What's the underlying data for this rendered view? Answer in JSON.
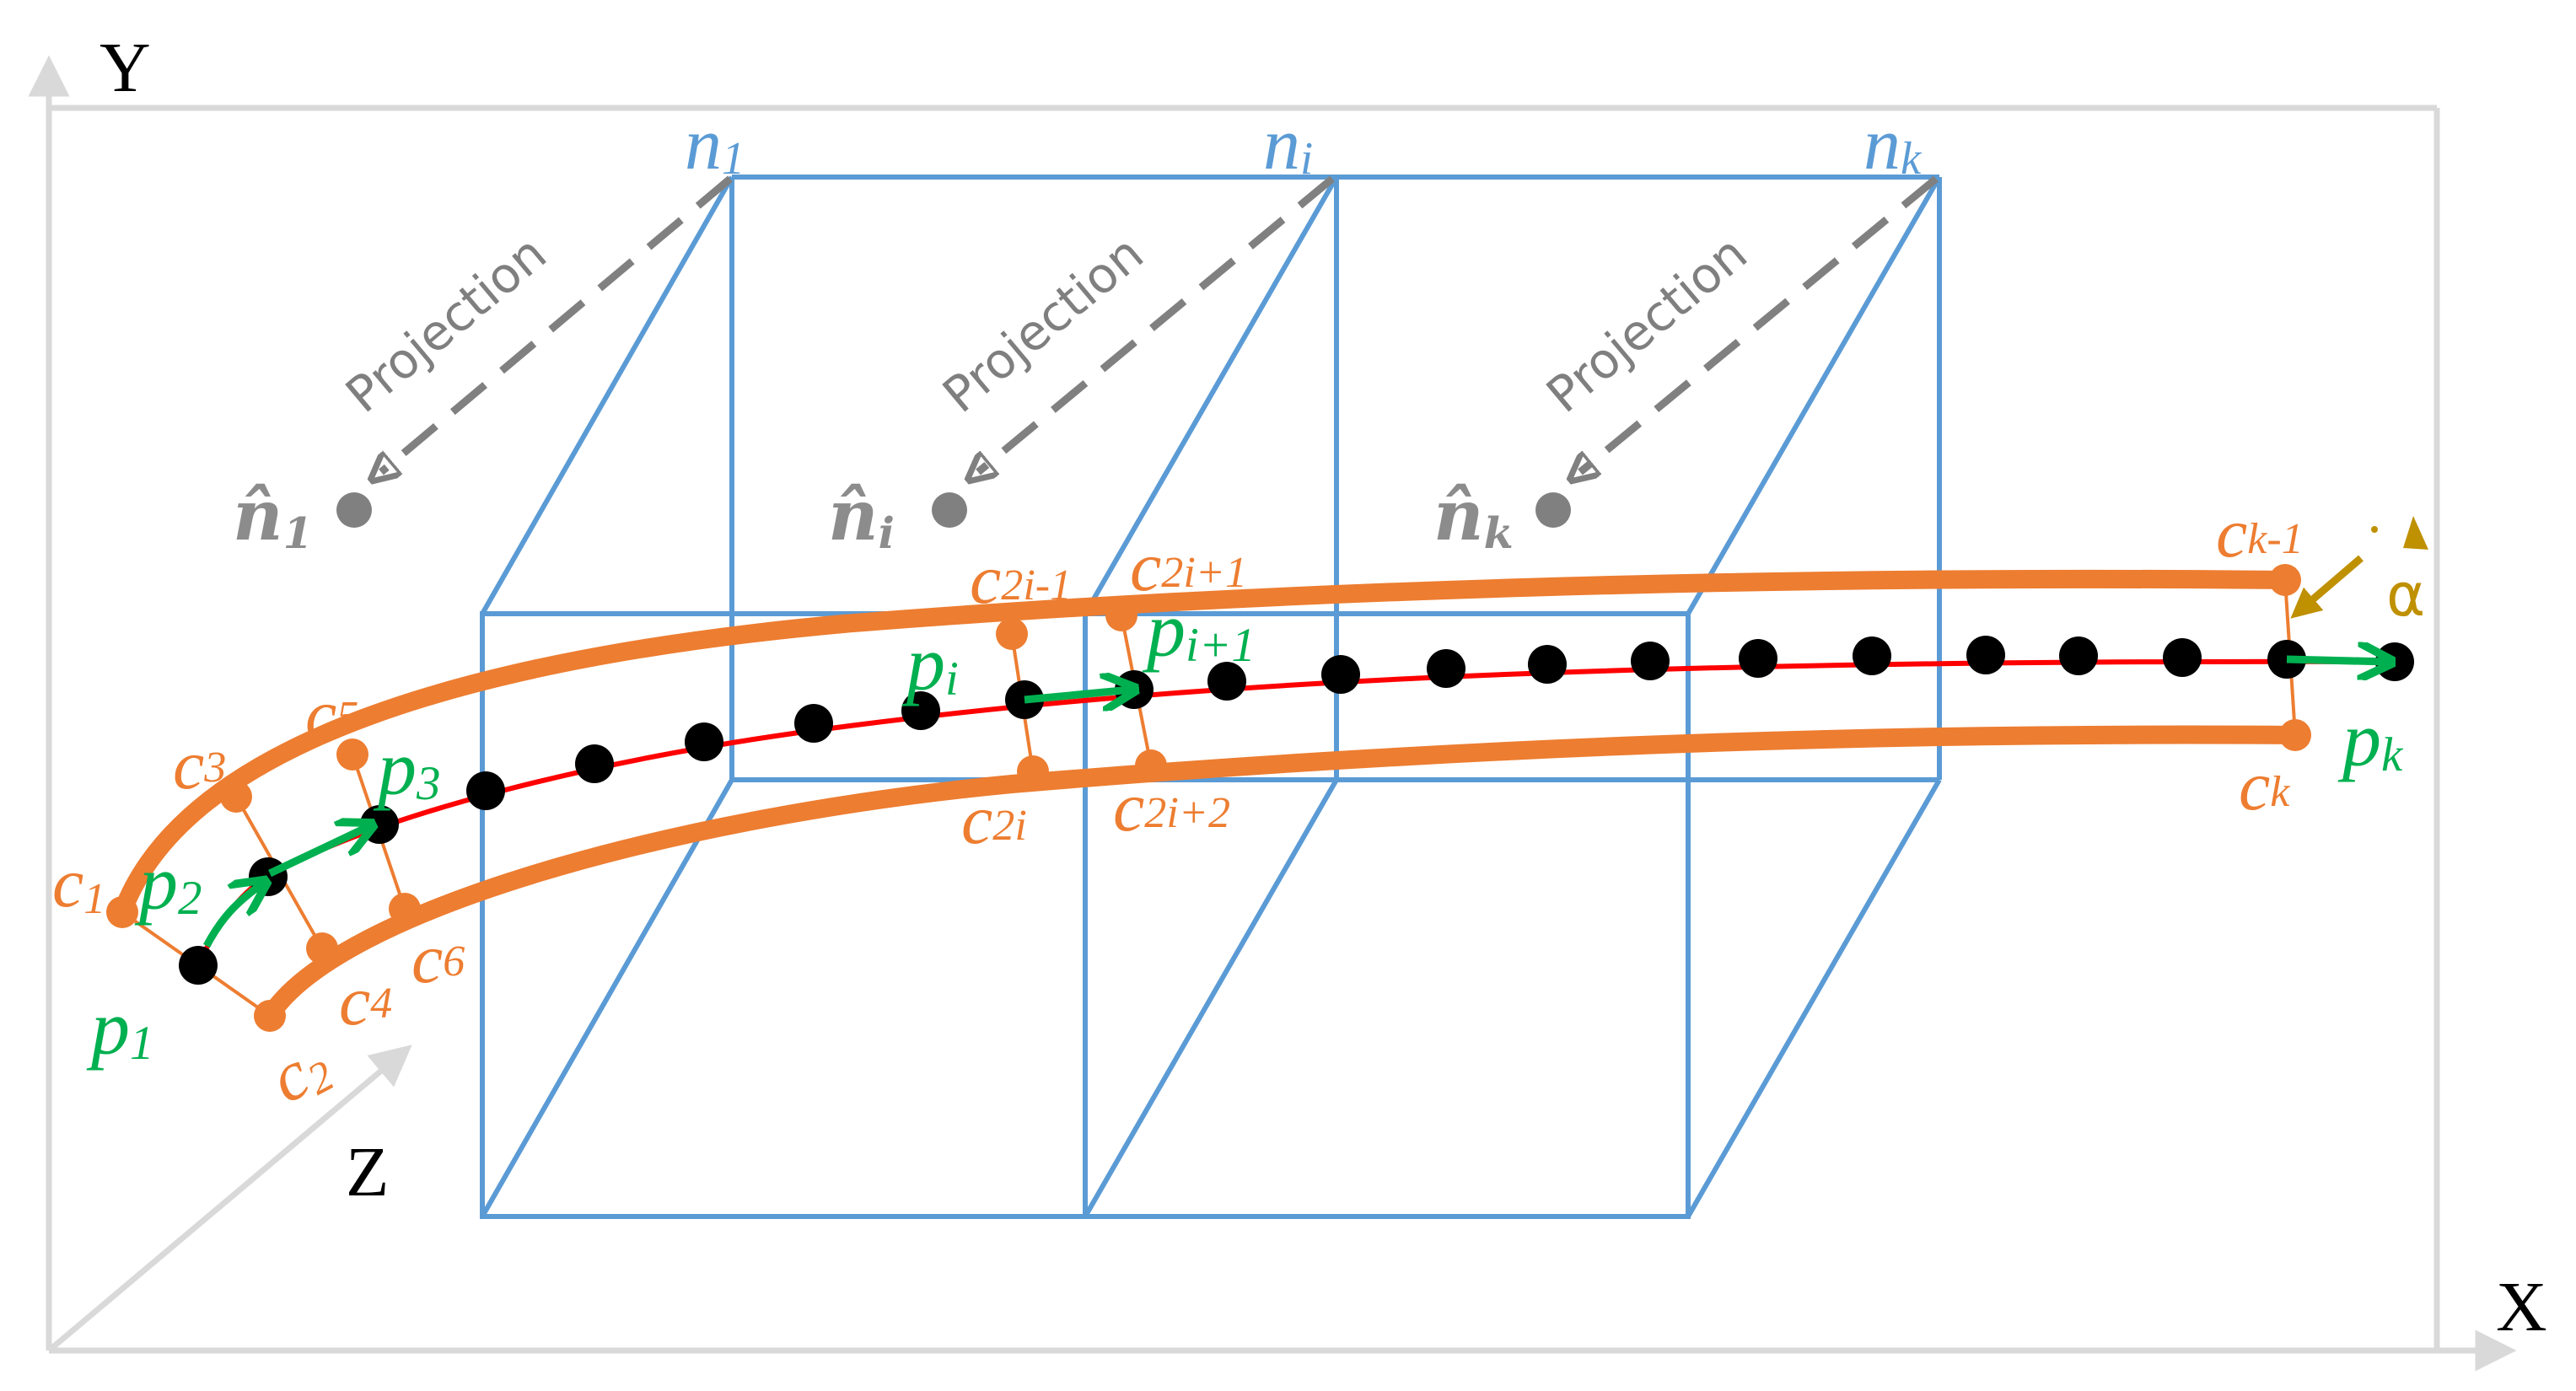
{
  "axes": {
    "x_label": "X",
    "y_label": "Y",
    "z_label": "Z"
  },
  "colors": {
    "axis": "#d9d9d9",
    "box": "#5B9BD5",
    "projection": "#808080",
    "tube": "#ED7D31",
    "centerline": "#FF0000",
    "points": "#000000",
    "vectors": "#00B050",
    "angle": "#BF9000"
  },
  "nodes": [
    {
      "base": "n",
      "sub": "1"
    },
    {
      "base": "n",
      "sub": "i"
    },
    {
      "base": "n",
      "sub": "k"
    }
  ],
  "projection_label": "Projection",
  "projected_nodes": [
    {
      "base": "n̂",
      "sub": "1"
    },
    {
      "base": "n̂",
      "sub": "i"
    },
    {
      "base": "n̂",
      "sub": "k"
    }
  ],
  "corner_labels": [
    {
      "base": "c",
      "sub": "1"
    },
    {
      "base": "c",
      "sub": "2"
    },
    {
      "base": "c",
      "sub": "3"
    },
    {
      "base": "c",
      "sub": "4"
    },
    {
      "base": "c",
      "sub": "5"
    },
    {
      "base": "c",
      "sub": "6"
    },
    {
      "base": "c",
      "sub": "2i-1"
    },
    {
      "base": "c",
      "sub": "2i"
    },
    {
      "base": "c",
      "sub": "2i+1"
    },
    {
      "base": "c",
      "sub": "2i+2"
    },
    {
      "base": "c",
      "sub": "k-1"
    },
    {
      "base": "c",
      "sub": "k"
    }
  ],
  "point_labels": [
    {
      "base": "p",
      "sub": "1"
    },
    {
      "base": "p",
      "sub": "2"
    },
    {
      "base": "p",
      "sub": "3"
    },
    {
      "base": "p",
      "sub": "i"
    },
    {
      "base": "p",
      "sub": "i+1"
    },
    {
      "base": "p",
      "sub": "k"
    }
  ],
  "angle_label": "α"
}
